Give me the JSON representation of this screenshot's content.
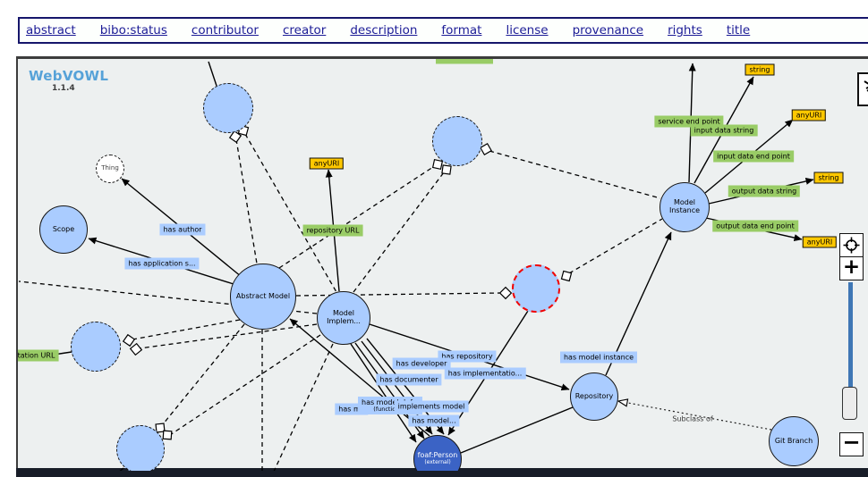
{
  "nav": {
    "links": [
      "abstract",
      "bibo:status",
      "contributor",
      "creator",
      "description",
      "format",
      "license",
      "provenance",
      "rights",
      "title"
    ]
  },
  "logo": {
    "title": "WebVOWL",
    "version": "1.1.4"
  },
  "graph": {
    "classes": [
      {
        "id": "anon-top-left",
        "label": "",
        "type": "anonymous"
      },
      {
        "id": "thing",
        "label": "Thing",
        "type": "thing"
      },
      {
        "id": "scope",
        "label": "Scope",
        "type": "class"
      },
      {
        "id": "abstract-model",
        "label": "Abstract Model",
        "type": "class"
      },
      {
        "id": "model-implementation",
        "label": "Model Implem...",
        "type": "class"
      },
      {
        "id": "anon-left",
        "label": "",
        "type": "anonymous"
      },
      {
        "id": "anon-top-center",
        "label": "",
        "type": "anonymous"
      },
      {
        "id": "highlighted-class",
        "label": "",
        "type": "highlighted"
      },
      {
        "id": "model-instance",
        "label": "Model Instance",
        "type": "class"
      },
      {
        "id": "repository",
        "label": "Repository",
        "type": "class"
      },
      {
        "id": "git-branch",
        "label": "Git Branch",
        "type": "class"
      },
      {
        "id": "foaf-person",
        "label": "foaf:Person",
        "sublabel": "(external)",
        "type": "external"
      },
      {
        "id": "anon-bottom-left",
        "label": "",
        "type": "anonymous"
      }
    ],
    "object_properties": [
      {
        "id": "has-author",
        "label": "has author"
      },
      {
        "id": "has-application-s",
        "label": "has application s..."
      },
      {
        "id": "has-repository",
        "label": "has repository"
      },
      {
        "id": "has-developer",
        "label": "has developer"
      },
      {
        "id": "has-documenter",
        "label": "has documenter"
      },
      {
        "id": "has-implementatio",
        "label": "has implementatio..."
      },
      {
        "id": "has-model-instance",
        "label": "has model instance"
      },
      {
        "id": "has-ma",
        "label": "has ma"
      },
      {
        "id": "has-model-def",
        "label": "has model def...",
        "sublabel": "(functional)"
      },
      {
        "id": "implements-model",
        "label": "implements model"
      },
      {
        "id": "has-model",
        "label": "has model..."
      }
    ],
    "datatype_properties": [
      {
        "id": "service-end-point",
        "label": "service end point"
      },
      {
        "id": "input-data-string",
        "label": "input data string"
      },
      {
        "id": "input-data-end-point",
        "label": "input data end point"
      },
      {
        "id": "output-data-string",
        "label": "output data string"
      },
      {
        "id": "output-data-end-point",
        "label": "output data end point"
      },
      {
        "id": "repository-url",
        "label": "repository URL"
      },
      {
        "id": "ntation-url",
        "label": "ntation URL"
      },
      {
        "id": "partial-top",
        "label": ""
      }
    ],
    "datatypes": [
      {
        "id": "string-1",
        "label": "string"
      },
      {
        "id": "anyuri-1",
        "label": "anyURI"
      },
      {
        "id": "string-2",
        "label": "string"
      },
      {
        "id": "anyuri-2",
        "label": "anyURI"
      },
      {
        "id": "anyuri-3",
        "label": "anyURI"
      }
    ],
    "subclass_label": "Subclass of"
  },
  "controls": {
    "zoom_in": "+",
    "zoom_out": "−"
  },
  "colors": {
    "class_fill": "#aaccff",
    "external_fill": "#3b63c5",
    "datatype_fill": "#ffc800",
    "datatype_property_fill": "#99cc66",
    "object_property_fill": "#aaccff",
    "highlight_stroke": "#f00000",
    "logo_accent": "#56a2d8"
  }
}
